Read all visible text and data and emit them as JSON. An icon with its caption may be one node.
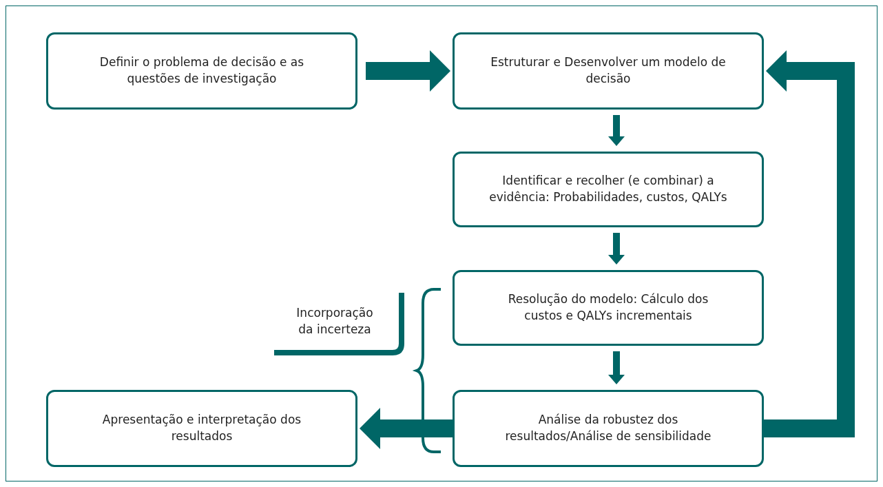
{
  "diagram": {
    "nodes": [
      {
        "text": [
          "Definir o problema de decisão e as questões de investigação"
        ]
      },
      {
        "text": [
          "Estruturar e Desenvolver um modelo de decisão"
        ]
      },
      {
        "text": [
          "Identificar e recolher (e combinar) a evidência: Probabilidades, custos, QALYs"
        ]
      },
      {
        "text": [
          "Resolução do modelo: Cálculo dos custos e QALYs incrementais"
        ]
      },
      {
        "text": [
          "Análise da robustez dos resultados/Análise de sensibilidade"
        ]
      },
      {
        "text": [
          "Apresentação e interpretação dos resultados"
        ]
      },
      {
        "text": [
          "Incorporação da incerteza"
        ]
      }
    ],
    "edges": [
      {
        "from": 0,
        "to": 1,
        "arrow": "to",
        "style": "thick"
      },
      {
        "from": 1,
        "to": 2,
        "arrow": "to"
      },
      {
        "from": 2,
        "to": 3,
        "arrow": "to"
      },
      {
        "from": 3,
        "to": 4,
        "arrow": "to"
      },
      {
        "from": 4,
        "to": 1,
        "arrow": "to",
        "style": "thick"
      },
      {
        "from": 4,
        "to": 5,
        "arrow": "to",
        "style": "thick"
      }
    ]
  }
}
